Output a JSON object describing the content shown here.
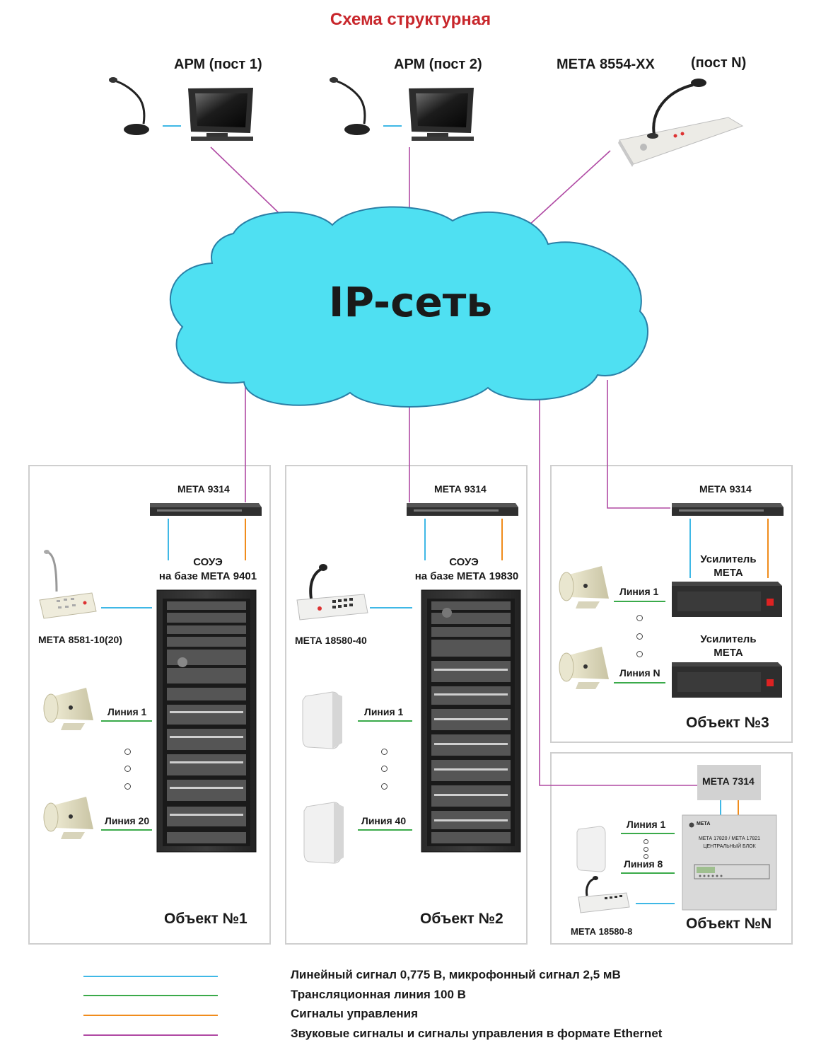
{
  "title": "Схема структурная",
  "top": {
    "arm1": "АРМ (пост 1)",
    "arm2": "АРМ (пост 2)",
    "meta8554": "МЕТА 8554-ХХ",
    "postN": "(пост N)"
  },
  "cloud": "IP-сеть",
  "object1": {
    "switch": "МЕТА 9314",
    "soue_line1": "СОУЭ",
    "soue_line2": "на базе МЕТА 9401",
    "console": "МЕТА 8581-10(20)",
    "line_first": "Линия 1",
    "line_last": "Линия 20",
    "name": "Объект №1"
  },
  "object2": {
    "switch": "МЕТА 9314",
    "soue_line1": "СОУЭ",
    "soue_line2": "на базе МЕТА 19830",
    "console": "МЕТА 18580-40",
    "line_first": "Линия 1",
    "line_last": "Линия 40",
    "name": "Объект №2"
  },
  "object3": {
    "switch": "МЕТА 9314",
    "amp1_line1": "Усилитель",
    "amp1_line2": "МЕТА",
    "amp2_line1": "Усилитель",
    "amp2_line2": "МЕТА",
    "line_first": "Линия 1",
    "line_last": "Линия N",
    "name": "Объект №3"
  },
  "objectN": {
    "switch": "МЕТА 7314",
    "line_first": "Линия 1",
    "line_last": "Линия  8",
    "console": "МЕТА 18580-8",
    "unit_brand": "МЕТА",
    "unit_models": "МЕТА 17820 / МЕТА 17821",
    "unit_desc": "ЦЕНТРАЛЬНЫЙ БЛОК",
    "name": "Объект №N"
  },
  "legend": [
    {
      "color": "#3fb8e6",
      "text": "Линейный сигнал 0,775 В, микрофонный сигнал 2,5 мВ"
    },
    {
      "color": "#3aaa4a",
      "text": "Трансляционная линия 100 В"
    },
    {
      "color": "#f08c1c",
      "text": "Сигналы управления"
    },
    {
      "color": "#b04aa4",
      "text": "Звуковые сигналы и сигналы управления в формате Ethernet"
    }
  ],
  "colors": {
    "line_signal": "#3fb8e6",
    "broadcast": "#3aaa4a",
    "control": "#f08c1c",
    "ethernet": "#b04aa4",
    "cloud_fill": "#4fe0f2",
    "title": "#c8262b"
  }
}
